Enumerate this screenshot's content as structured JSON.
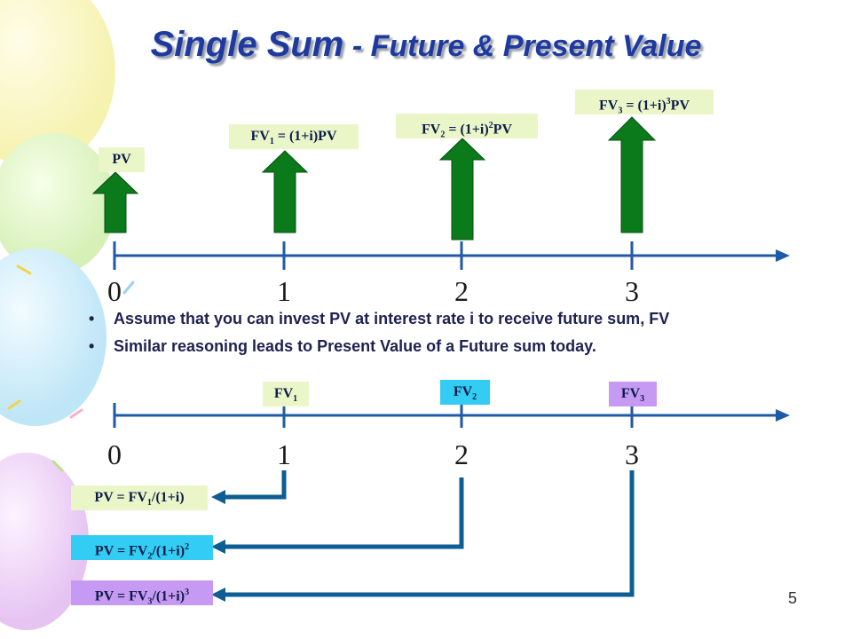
{
  "slide": {
    "title_main": "Single Sum",
    "title_rest": " - Future & Present Value",
    "page_number": "5"
  },
  "top_timeline": {
    "ticks": [
      "0",
      "1",
      "2",
      "3"
    ],
    "labels": {
      "pv": "PV",
      "fv1": {
        "a": "FV",
        "sub": "1",
        "b": " = (1+i)PV"
      },
      "fv2": {
        "a": "FV",
        "sub": "2",
        "b": " = (1+i)",
        "sup": "2",
        "c": "PV"
      },
      "fv3": {
        "a": "FV",
        "sub": "3",
        "b": " = (1+i)",
        "sup": "3",
        "c": "PV"
      }
    }
  },
  "bullets": [
    "Assume that you can invest PV at interest rate i to receive future sum, FV",
    "Similar reasoning leads to Present Value of a Future sum today."
  ],
  "bottom_timeline": {
    "ticks": [
      "0",
      "1",
      "2",
      "3"
    ],
    "labels": {
      "fv1": {
        "a": "FV",
        "sub": "1"
      },
      "fv2": {
        "a": "FV",
        "sub": "2"
      },
      "fv3": {
        "a": "FV",
        "sub": "3"
      }
    },
    "formulas": {
      "pv1": {
        "a": "PV = FV",
        "sub": "1",
        "b": "/(1+i)"
      },
      "pv2": {
        "a": "PV = FV",
        "sub": "2",
        "b": "/(1+i)",
        "sup": "2"
      },
      "pv3": {
        "a": "PV = FV",
        "sub": "3",
        "b": "/(1+i)",
        "sup": "3"
      }
    }
  },
  "colors": {
    "title": "#1e3aa0",
    "arrow_green": "#0a7a1a",
    "timeline": "#1f5aa8",
    "discount_arrow": "#0c5e93",
    "label_green": "#eaf6c8",
    "label_blue": "#33ccf2",
    "label_purple": "#c69af2"
  }
}
